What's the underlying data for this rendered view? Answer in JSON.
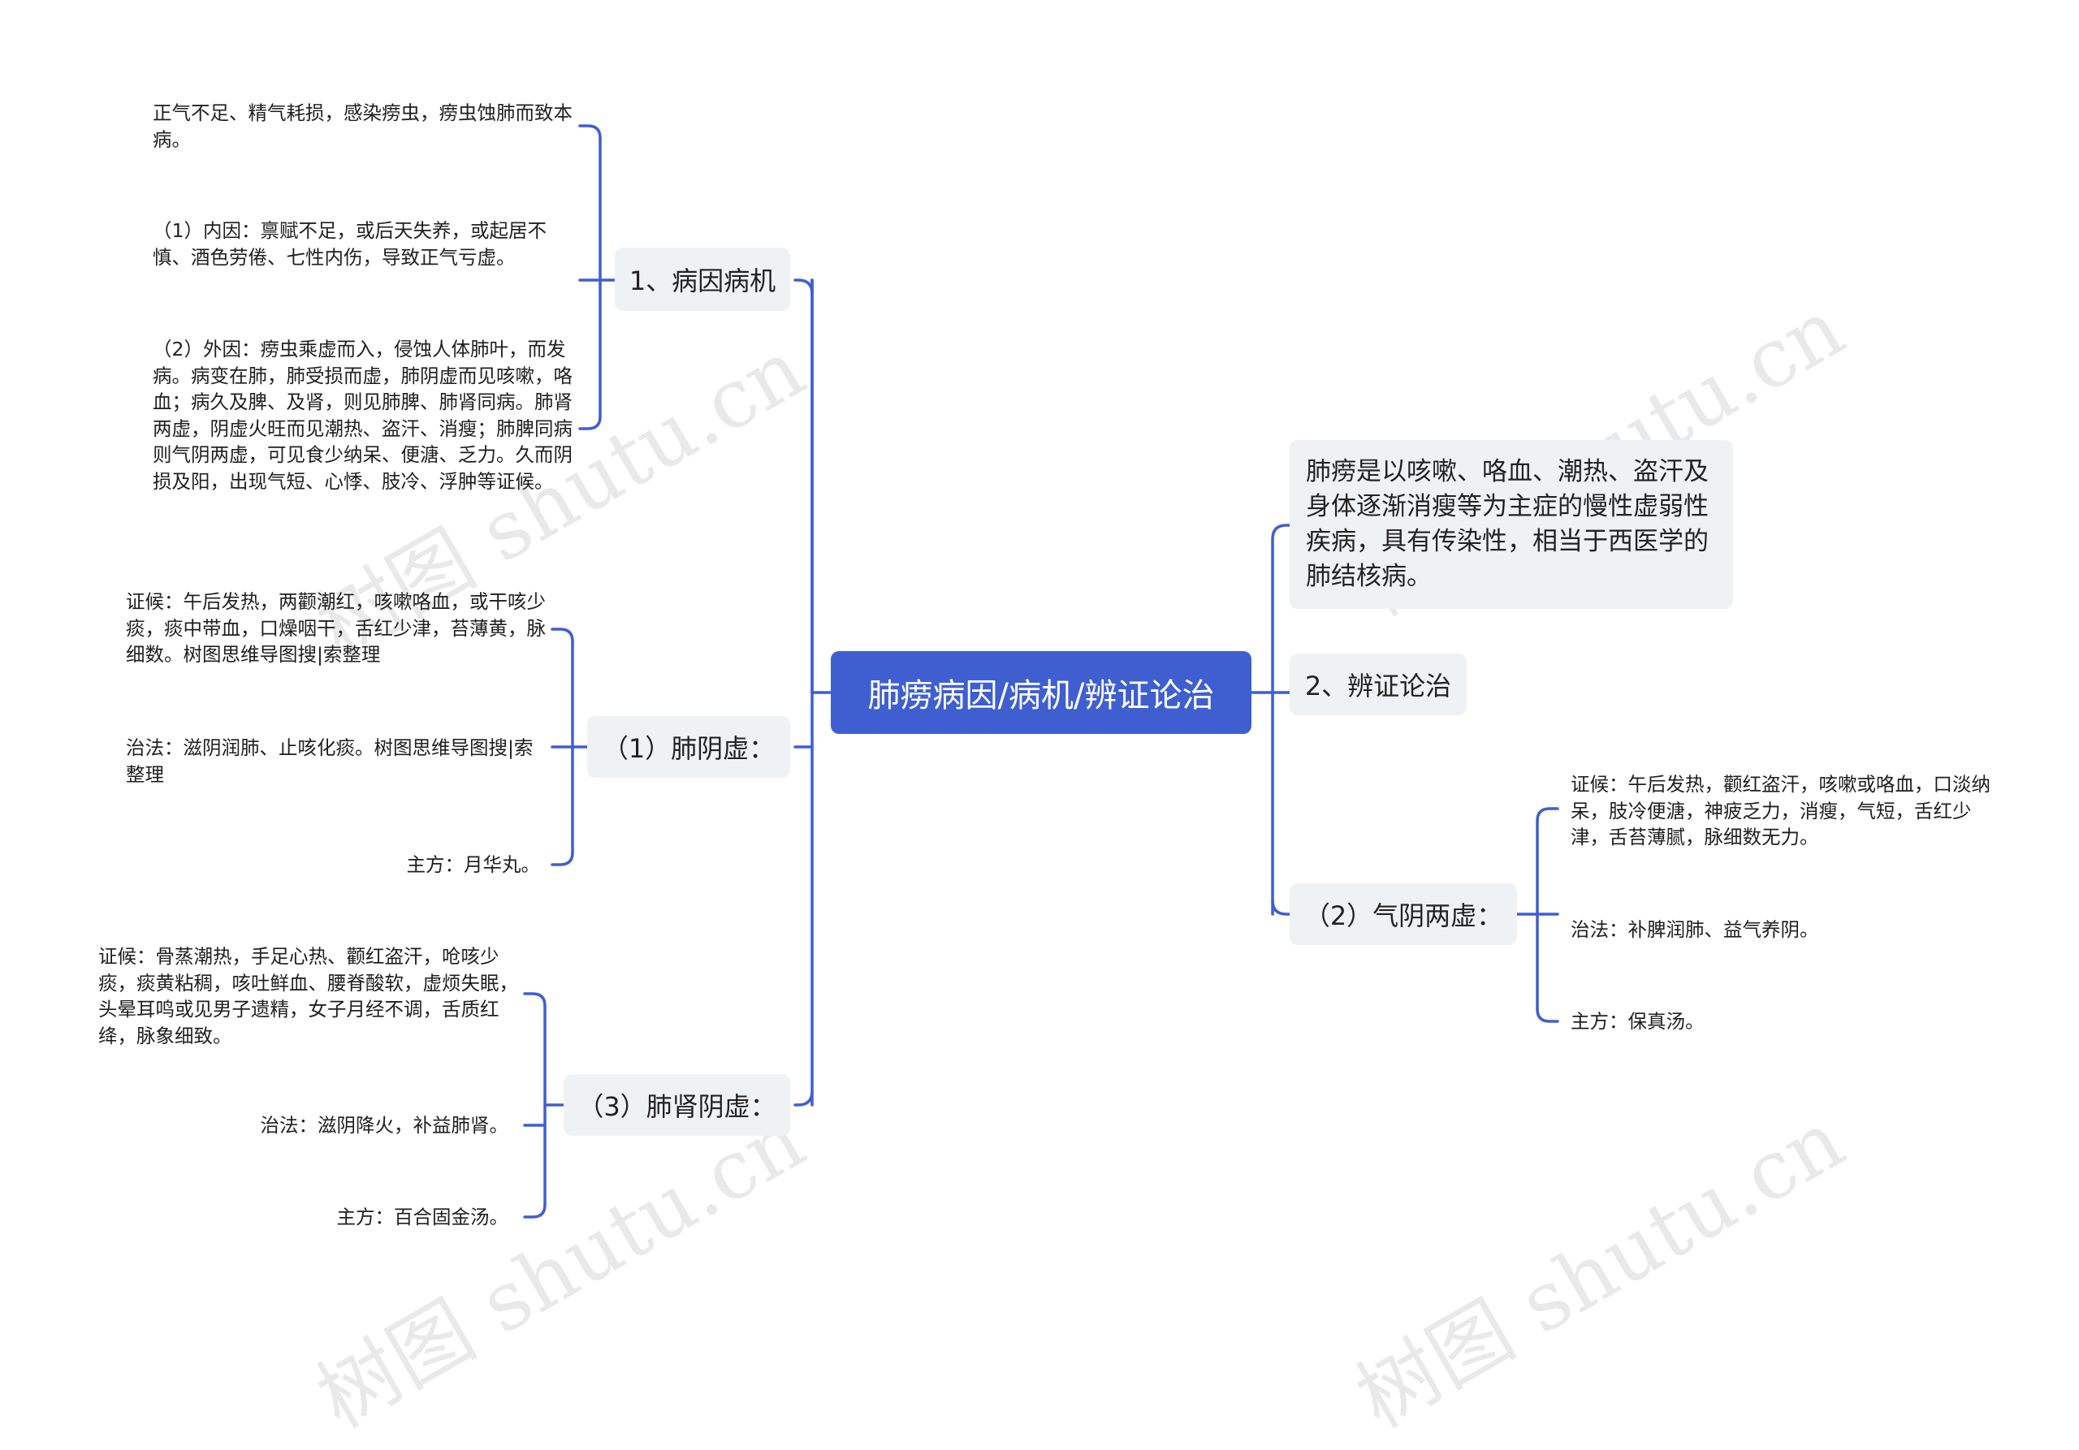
{
  "root": {
    "title": "肺痨病因/病机/辨证论治"
  },
  "left_branches": [
    {
      "label": "1、病因病机",
      "children": [
        "正气不足、精气耗损，感染痨虫，痨虫蚀肺而致本病。",
        "（1）内因：禀赋不足，或后天失养，或起居不慎、酒色劳倦、七性内伤，导致正气亏虚。",
        "（2）外因：痨虫乘虚而入，侵蚀人体肺叶，而发病。病变在肺，肺受损而虚，肺阴虚而见咳嗽，咯血；病久及脾、及肾，则见肺脾、肺肾同病。肺肾两虚，阴虚火旺而见潮热、盗汗、消瘦；肺脾同病则气阴两虚，可见食少纳呆、便溏、乏力。久而阴损及阳，出现气短、心悸、肢冷、浮肿等证候。"
      ]
    },
    {
      "label": "（1）肺阴虚：",
      "children": [
        "证候：午后发热，两颧潮红，咳嗽咯血，或干咳少痰，痰中带血，口燥咽干，舌红少津，苔薄黄，脉细数。树图思维导图搜|索整理",
        "治法：滋阴润肺、止咳化痰。树图思维导图搜|索整理",
        "主方：月华丸。"
      ]
    },
    {
      "label": "（3）肺肾阴虚：",
      "children": [
        "证候：骨蒸潮热，手足心热、颧红盗汗，呛咳少痰，痰黄粘稠，咳吐鲜血、腰脊酸软，虚烦失眠，头晕耳鸣或见男子遗精，女子月经不调，舌质红绛，脉象细致。",
        "治法：滋阴降火，补益肺肾。",
        "主方：百合固金汤。"
      ]
    }
  ],
  "right_branches": [
    {
      "label": "肺痨是以咳嗽、咯血、潮热、盗汗及身体逐渐消瘦等为主症的慢性虚弱性疾病，具有传染性，相当于西医学的肺结核病。"
    },
    {
      "label": "2、辨证论治"
    },
    {
      "label": "（2）气阴两虚：",
      "children": [
        "证候：午后发热，颧红盗汗，咳嗽或咯血，口淡纳呆，肢冷便溏，神疲乏力，消瘦，气短，舌红少津，舌苔薄腻，脉细数无力。",
        "治法：补脾润肺、益气养阴。",
        "主方：保真汤。"
      ]
    }
  ],
  "watermarks": [
    "树图 shutu.cn",
    "树图 shutu.cn",
    "树图 shutu.cn",
    "树图 shutu.cn"
  ],
  "colors": {
    "root_fill": "#3f5fd1",
    "connector": "#3f5fd1",
    "topic_fill": "#eff2f5"
  }
}
